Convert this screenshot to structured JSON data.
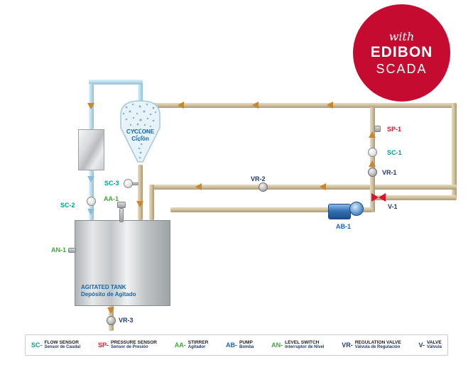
{
  "badge": {
    "with_text": "with",
    "brand": "EDIBON",
    "product": "SCADA",
    "color": "#c60b30"
  },
  "components": {
    "cyclone": {
      "name": "CYCLONE",
      "name_es": "Ciclón"
    },
    "tank": {
      "name": "AGITATED TANK",
      "name_es": "Depósito de Agitado"
    },
    "labels": {
      "sp1": "SP-1",
      "sc1": "SC-1",
      "vr1": "VR-1",
      "v1": "V-1",
      "vr2": "VR-2",
      "sc3": "SC-3",
      "sc2": "SC-2",
      "aa1": "AA-1",
      "an1": "AN-1",
      "ab1": "AB-1",
      "vr3": "VR-3"
    }
  },
  "legend": {
    "items": [
      {
        "code": "SC-",
        "label_en": "FLOW SENSOR",
        "label_es": "Sensor de Caudal",
        "color": "#00a096"
      },
      {
        "code": "SP-",
        "label_en": "PRESSURE SENSOR",
        "label_es": "Sensor de Presión",
        "color": "#e8132d"
      },
      {
        "code": "AA-",
        "label_en": "STIRRER",
        "label_es": "Agitador",
        "color": "#3aaa35"
      },
      {
        "code": "AB-",
        "label_en": "PUMP",
        "label_es": "Bomba",
        "color": "#1565c0"
      },
      {
        "code": "AN-",
        "label_en": "LEVEL SWITCH",
        "label_es": "Interruptor de Nivel",
        "color": "#3aaa35"
      },
      {
        "code": "VR-",
        "label_en": "REGULATION VALVE",
        "label_es": "Válvula de Regulación",
        "color": "#223a70"
      },
      {
        "code": "V-",
        "label_en": "VALVE",
        "label_es": "Válvula",
        "color": "#223a70"
      }
    ]
  },
  "colors": {
    "pipe_tan": "#cfbf9e",
    "pipe_blue": "#b7dbec",
    "arrow_orange": "#c8872b",
    "arrow_blue": "#86bdda",
    "valve_red": "#d6152c",
    "label_teal": "#00a096",
    "label_red": "#e8132d",
    "label_green": "#3aaa35",
    "label_blue": "#1565c0",
    "label_navy": "#223a70",
    "equipment_label_blue": "#1467a8"
  }
}
